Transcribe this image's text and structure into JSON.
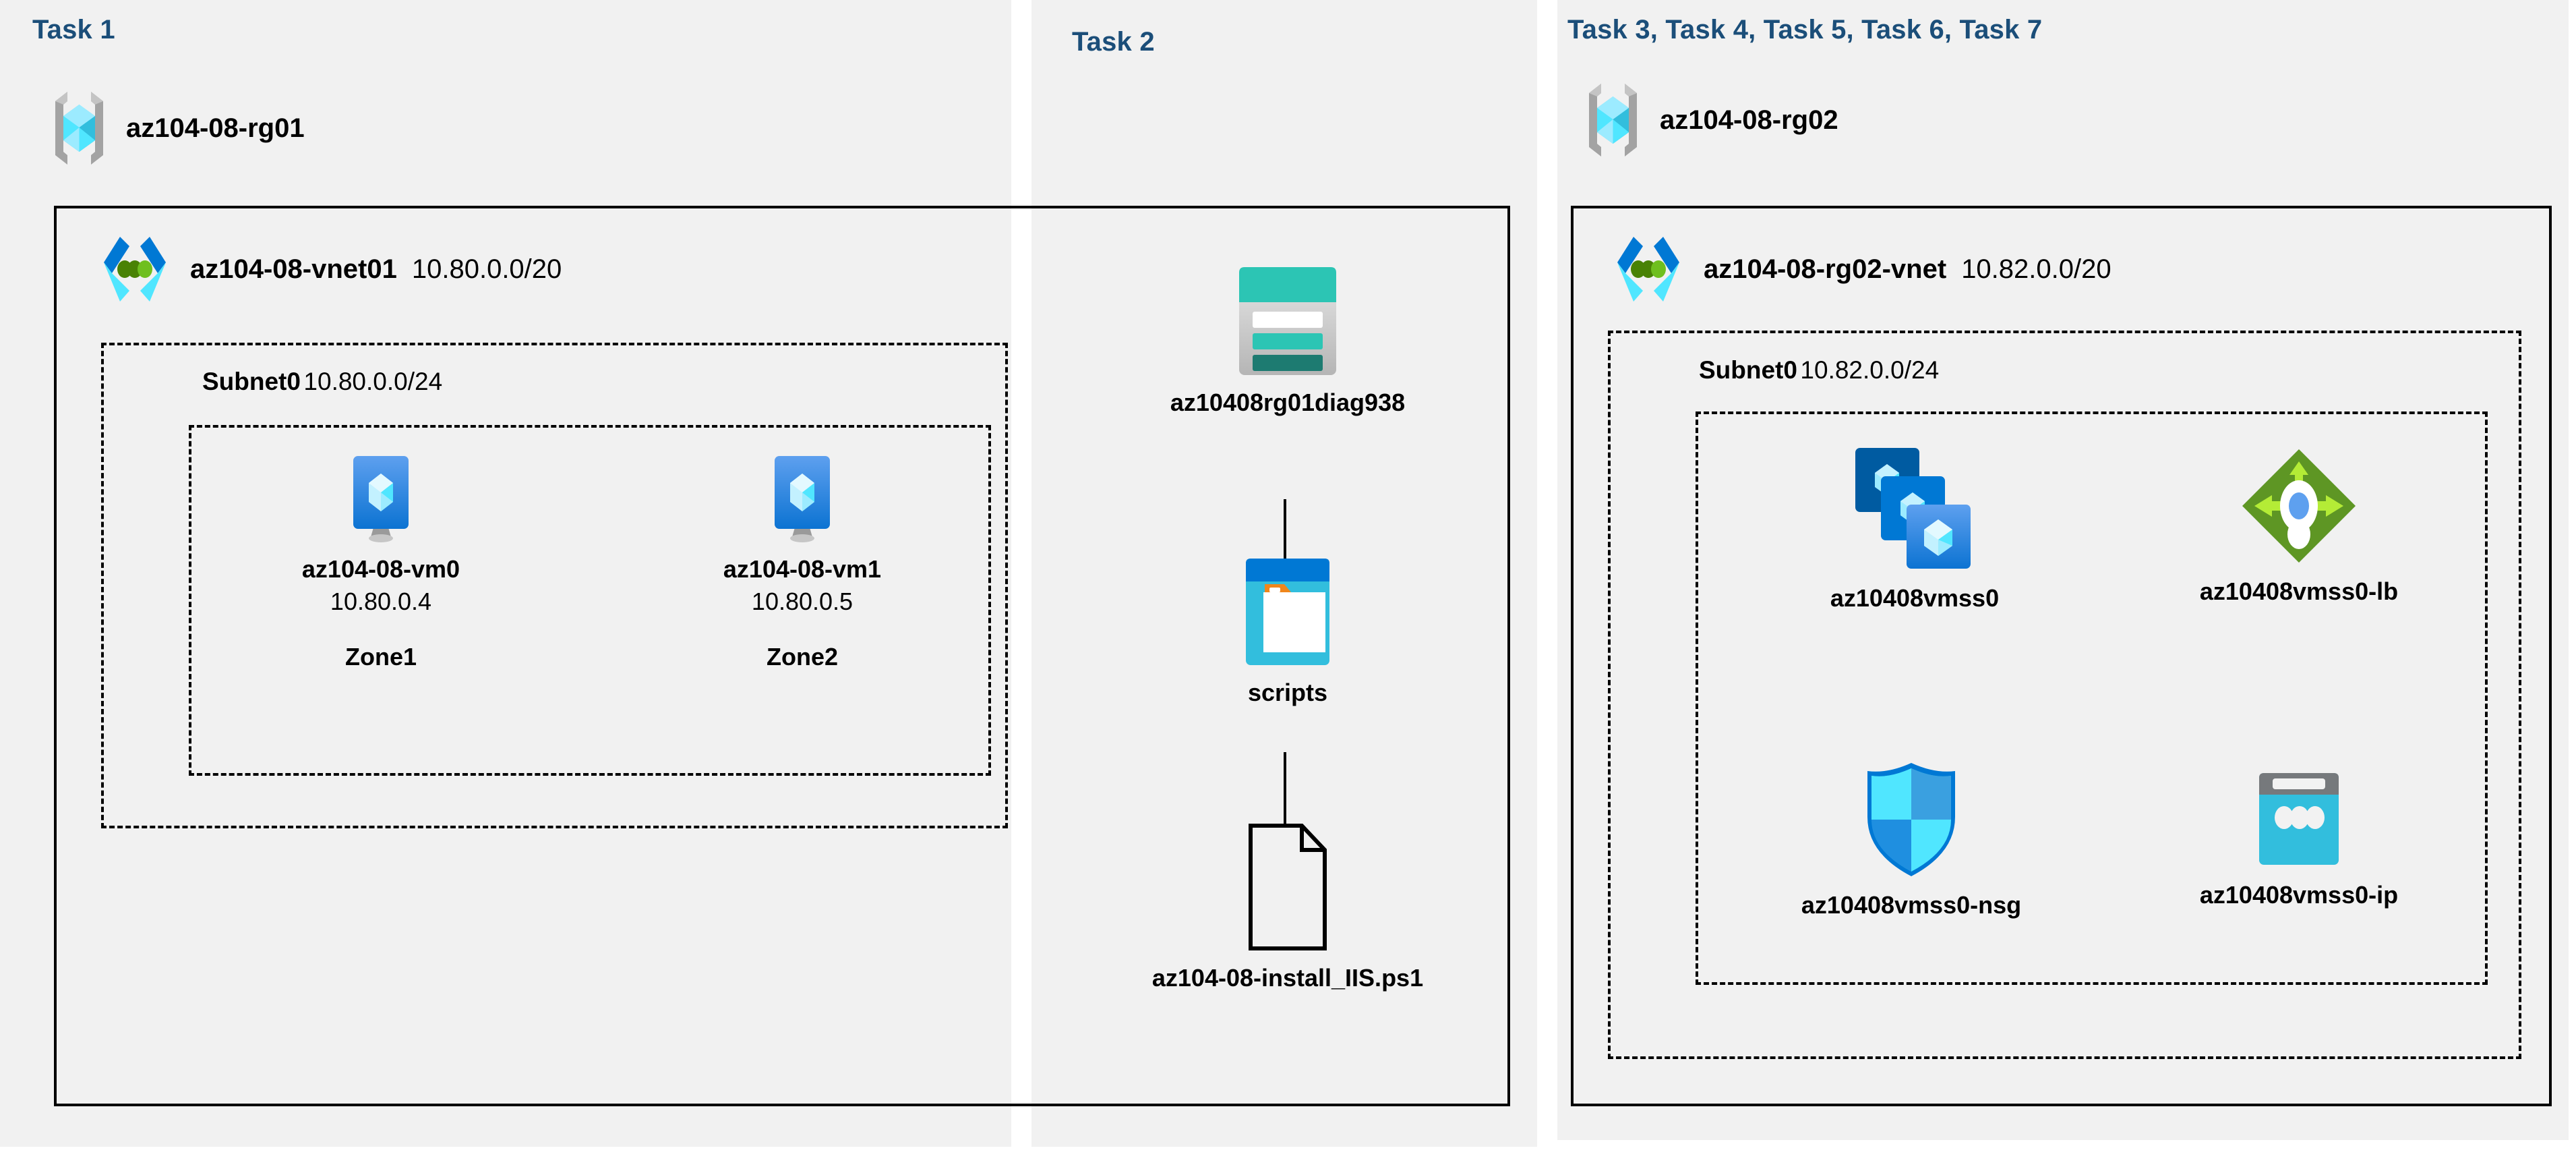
{
  "tasks": {
    "left_title": "Task 1",
    "middle_title": "Task 2",
    "right_title": "Task 3, Task 4, Task 5, Task 6, Task 7"
  },
  "colors": {
    "task_title": "#1b4e79",
    "panel_bg": "#f1f1f1",
    "page_bg": "#ffffff",
    "border": "#000000",
    "azure_blue": "#0078d4",
    "cube_cyan": "#50e6ff",
    "storage_teal": "#2cc5b4",
    "lb_green": "#5e9624",
    "nsg_blue": "#32bedd",
    "ip_gray": "#76797c"
  },
  "left": {
    "resource_group": {
      "name": "az104-08-rg01",
      "icon": "resource-group-icon"
    },
    "vnet": {
      "name": "az104-08-vnet01",
      "cidr": "10.80.0.0/20",
      "icon": "virtual-network-icon"
    },
    "subnet": {
      "name": "Subnet0",
      "cidr": "10.80.0.0/24"
    },
    "vms": [
      {
        "name": "az104-08-vm0",
        "ip": "10.80.0.4",
        "zone": "Zone1",
        "icon": "virtual-machine-icon"
      },
      {
        "name": "az104-08-vm1",
        "ip": "10.80.0.5",
        "zone": "Zone2",
        "icon": "virtual-machine-icon"
      }
    ]
  },
  "middle": {
    "storage_account": {
      "name": "az10408rg01diag938",
      "icon": "storage-account-icon"
    },
    "container": {
      "name": "scripts",
      "icon": "blob-container-icon"
    },
    "file": {
      "name": "az104-08-install_IIS.ps1",
      "icon": "script-file-icon"
    }
  },
  "right": {
    "resource_group": {
      "name": "az104-08-rg02",
      "icon": "resource-group-icon"
    },
    "vnet": {
      "name": "az104-08-rg02-vnet",
      "cidr": "10.82.0.0/20",
      "icon": "virtual-network-icon"
    },
    "subnet": {
      "name": "Subnet0",
      "cidr": "10.82.0.0/24"
    },
    "resources": [
      {
        "name": "az10408vmss0",
        "icon": "vm-scale-set-icon"
      },
      {
        "name": "az10408vmss0-lb",
        "icon": "load-balancer-icon"
      },
      {
        "name": "az10408vmss0-nsg",
        "icon": "network-security-group-icon"
      },
      {
        "name": "az10408vmss0-ip",
        "icon": "public-ip-address-icon"
      }
    ]
  }
}
